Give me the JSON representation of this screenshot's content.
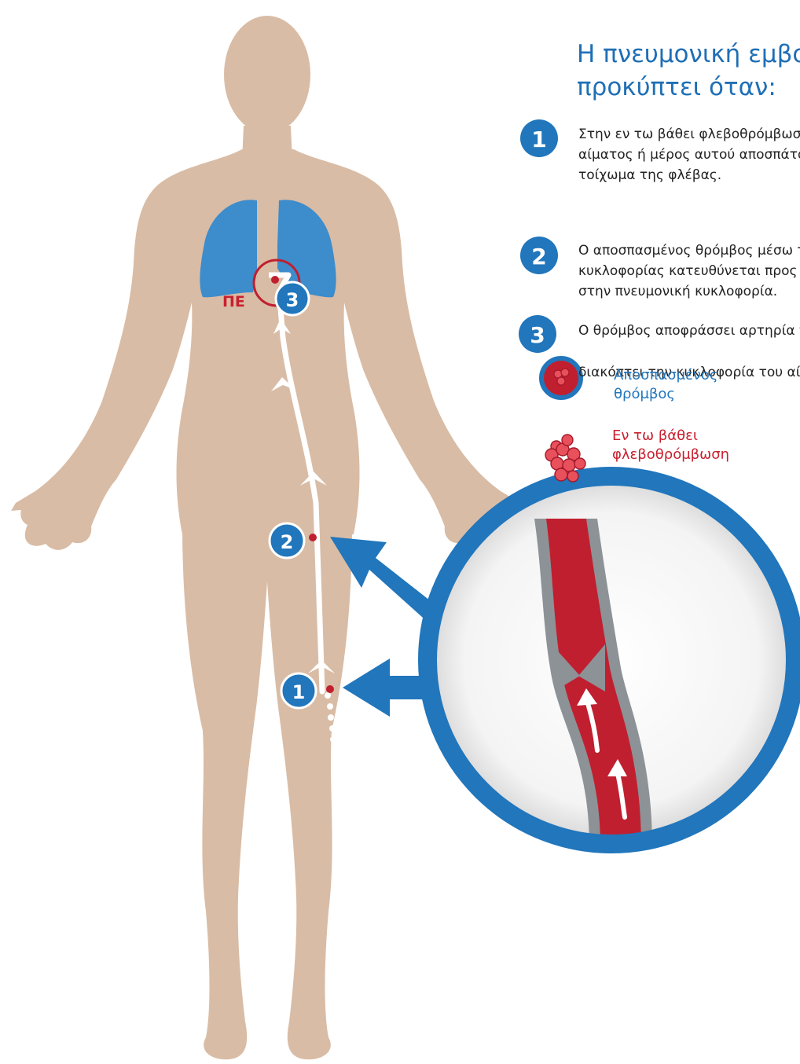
{
  "title": {
    "line1": "Η πνευμονική εμβολή",
    "line2": "προκύπτει όταν:"
  },
  "steps": [
    {
      "number": "1",
      "lines": [
        "Στην εν τω βάθει φλεβοθρόμβωση, ο θρόμβος",
        "αίματος ή μέρος αυτού αποσπάται από το",
        "τοίχωμα της φλέβας."
      ]
    },
    {
      "number": "2",
      "lines": [
        "Ο αποσπασμένος θρόμβος μέσω της",
        "κυκλοφορίας κατευθύνεται προς την καρδιά και",
        "στην πνευμονική κυκλοφορία."
      ]
    },
    {
      "number": "3",
      "lines": [
        "Ο θρόμβος αποφράσσει αρτηρία του πνεύμονα και"
      ],
      "extra": "διακόπτει την κυκλοφορία του αίματος."
    }
  ],
  "body_markers": {
    "marker1": "1",
    "marker2": "2",
    "marker3": "3",
    "pe_label": "ΠΕ"
  },
  "inset": {
    "detached_clot_line1": "Αποσπασμένος",
    "detached_clot_line2": "θρόμβος",
    "dvt_line1": "Εν τω βάθει",
    "dvt_line2": "φλεβοθρόμβωση"
  },
  "colors": {
    "skin": "#d9bca5",
    "lungs": "#3d8ccb",
    "accent_blue": "#2176bc",
    "blood_red": "#c01f2f",
    "vein_gray": "#8d9297",
    "title_blue": "#1f6fb5",
    "label_red": "#c8202f"
  }
}
